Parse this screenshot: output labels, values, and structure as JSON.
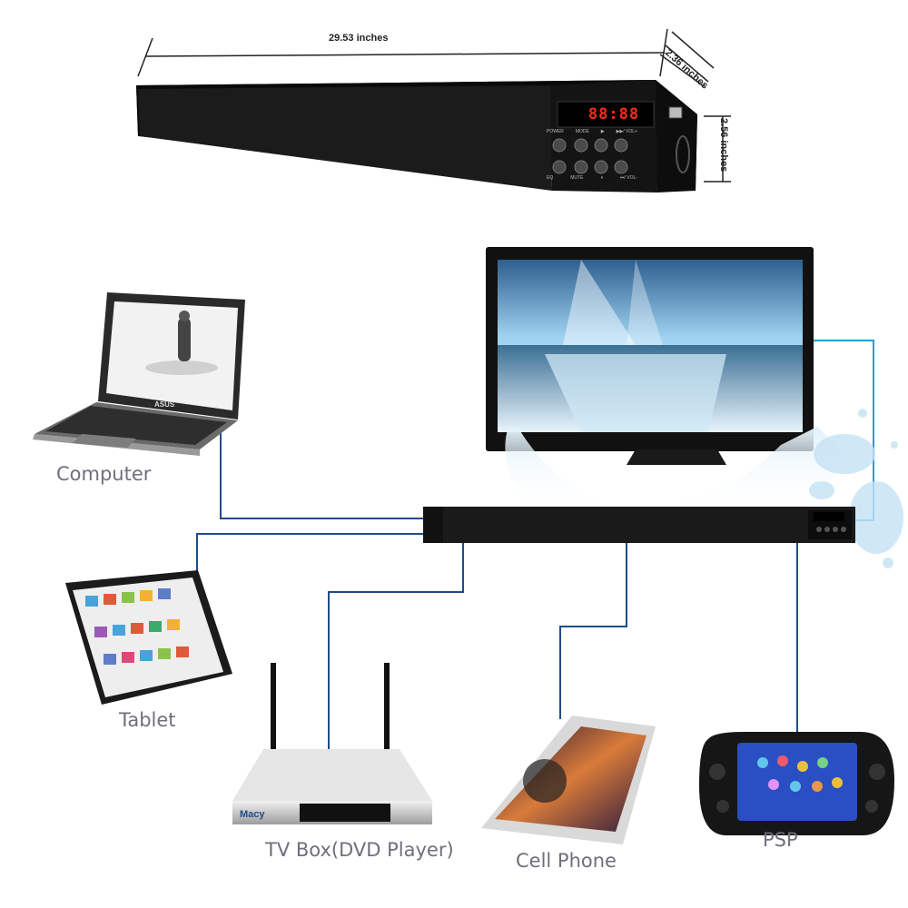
{
  "dimensions": {
    "length": "29.53 inches",
    "depth": "2.36 inches",
    "height": "2.56 inches"
  },
  "soundbar": {
    "display": "88:88",
    "buttons_top": [
      "POWER",
      "MODE",
      "▶",
      "▶▶/ VOL+"
    ],
    "buttons_bottom": [
      "EQ",
      "MUTE",
      "⏸",
      "⏮/ VOL-"
    ]
  },
  "devices": {
    "computer": "Computer",
    "tablet": "Tablet",
    "tv_box": "TV Box(DVD Player)",
    "cell_phone": "Cell Phone",
    "psp": "PSP"
  },
  "laptop_brand": "ASUS",
  "tvbox_brand": "Macy",
  "colors": {
    "connector": "#1e4c8a",
    "tv_link": "#2a9ad6",
    "label": "#6f6f7d",
    "led": "#ff2a1a"
  }
}
